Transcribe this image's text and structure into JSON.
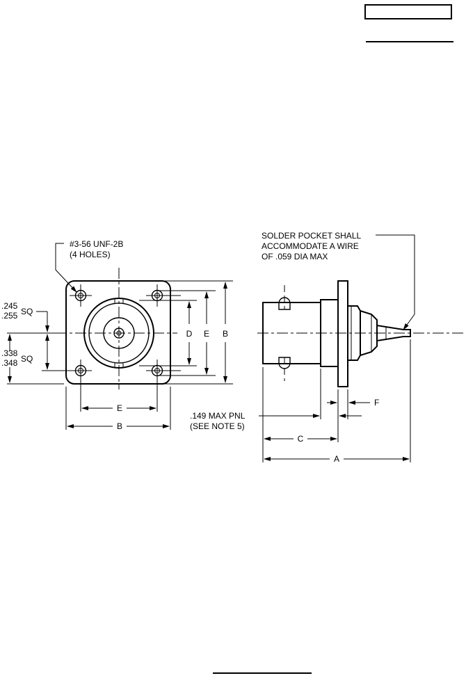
{
  "header": {
    "box_text": "",
    "rule": true
  },
  "footer": {
    "rule": true
  },
  "notes": {
    "thread_line1": "#3-56 UNF-2B",
    "thread_line2": "(4 HOLES)",
    "solder_line1": "SOLDER POCKET SHALL",
    "solder_line2": "ACCOMMODATE A WIRE",
    "solder_line3": "OF .059 DIA MAX",
    "panel_line1": ".149 MAX PNL",
    "panel_line2": "(SEE NOTE 5)"
  },
  "dims": {
    "sq_small_top": ".245",
    "sq_small_bottom": ".255",
    "sq_small_suffix": "SQ",
    "sq_large_top": ".338",
    "sq_large_bottom": ".348",
    "sq_large_suffix": "SQ",
    "label_a": "A",
    "label_b": "B",
    "label_c": "C",
    "label_d": "D",
    "label_e": "E",
    "label_f": "F"
  }
}
